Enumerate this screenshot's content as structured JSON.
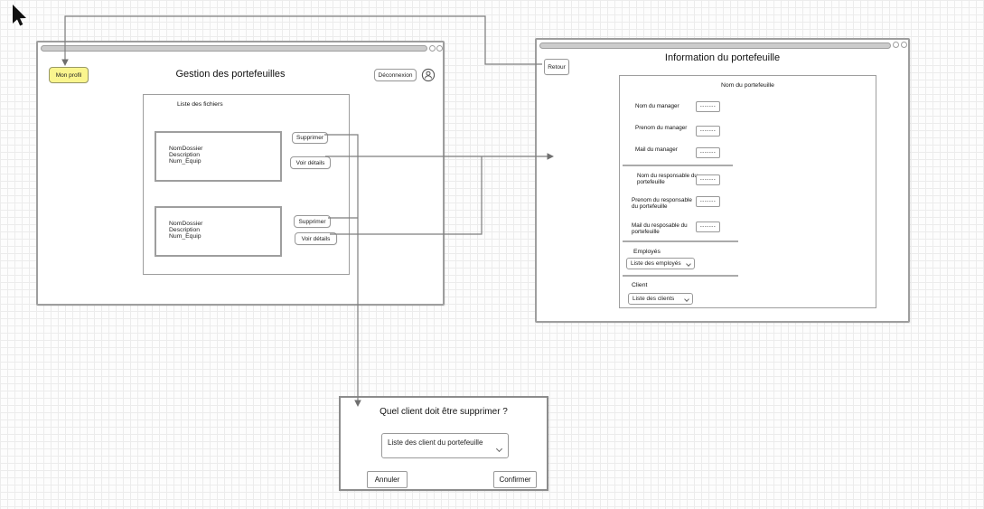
{
  "left_window": {
    "title": "Gestion des portefeuilles",
    "profile_button": "Mon profil",
    "logout_button": "Déconnexion",
    "list_panel": {
      "title": "Liste des fichiers",
      "items": [
        {
          "lines": [
            "NomDossier",
            "Description",
            "Num_Equip"
          ],
          "delete_label": "Supprimer",
          "details_label": "Voir détails"
        },
        {
          "lines": [
            "NomDossier",
            "Description",
            "Num_Equip"
          ],
          "delete_label": "Supprimer",
          "details_label": "Voir détails"
        }
      ]
    }
  },
  "right_window": {
    "title": "Information du portefeuille",
    "back_button": "Retour",
    "panel": {
      "title": "Nom du portefeuille",
      "fields": [
        {
          "label": "Nom du manager",
          "value": "-------"
        },
        {
          "label": "Prenom du manager",
          "value": "-------"
        },
        {
          "label": "Mail du manager",
          "value": "-------"
        },
        {
          "label": "Nom du responsable du portefeuille",
          "value": "-------"
        },
        {
          "label": "Prenom du responsable du portefeuille",
          "value": "-------"
        },
        {
          "label": "Mail du resposable du portefeuille",
          "value": "-------"
        }
      ],
      "employees_label": "Employés",
      "employees_dropdown": "Liste des employés",
      "client_label": "Client",
      "client_dropdown": "Liste des clients"
    }
  },
  "dialog": {
    "title": "Quel client doit être supprimer ?",
    "dropdown": "Liste des client du portefeuille",
    "cancel_label": "Annuler",
    "confirm_label": "Confirmer"
  },
  "icons": {
    "account": "user-circle-icon",
    "dropdown_chevron": "chevron-down-icon",
    "pointer": "mouse-cursor-icon"
  },
  "colors": {
    "accent_yellow": "#faf58e",
    "window_border": "#9e9e9e",
    "bar_fill": "#cccccc",
    "connector": "#7e7e7e"
  }
}
